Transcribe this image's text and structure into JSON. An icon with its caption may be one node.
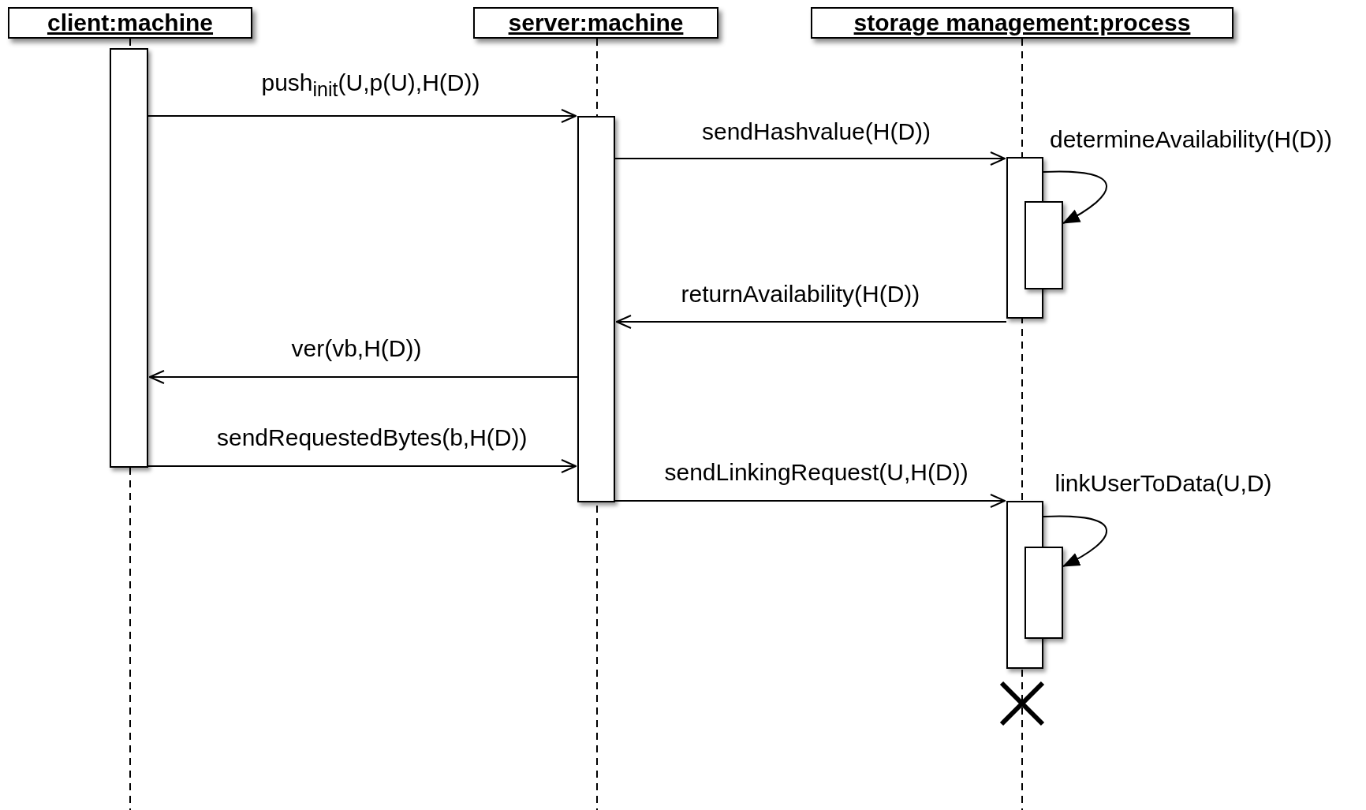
{
  "diagram": {
    "nodes": [
      {
        "text": [
          "client:machine"
        ]
      },
      {
        "text": [
          "server:machine"
        ]
      },
      {
        "text": [
          "storage management:process"
        ]
      },
      {
        "text": [],
        "shape": "bar"
      },
      {
        "text": [],
        "shape": "bar"
      },
      {
        "text": [],
        "shape": "bar"
      },
      {
        "text": [],
        "shape": "bar"
      },
      {
        "text": [],
        "shape": "bar"
      },
      {
        "text": [],
        "shape": "bar"
      }
    ],
    "edges": [
      {
        "from": 3,
        "to": 4,
        "arrow": "to",
        "label": "push$_{init}$(U,p(U),H(D))"
      },
      {
        "from": 4,
        "to": 5,
        "arrow": "to",
        "label": "sendHashvalue(H(D))"
      },
      {
        "from": 5,
        "to": 6,
        "arrow": "to",
        "label": "determineAvailability(H(D))"
      },
      {
        "from": 5,
        "to": 4,
        "arrow": "to",
        "label": "returnAvailability(H(D))"
      },
      {
        "from": 4,
        "to": 3,
        "arrow": "to",
        "label": "ver(vb,H(D))"
      },
      {
        "from": 3,
        "to": 4,
        "arrow": "to",
        "label": "sendRequestedBytes(b,H(D))"
      },
      {
        "from": 4,
        "to": 7,
        "arrow": "to",
        "label": "sendLinkingRequest(U,H(D))"
      },
      {
        "from": 7,
        "to": 8,
        "arrow": "to",
        "label": "linkUserToData(U,D)"
      }
    ]
  }
}
